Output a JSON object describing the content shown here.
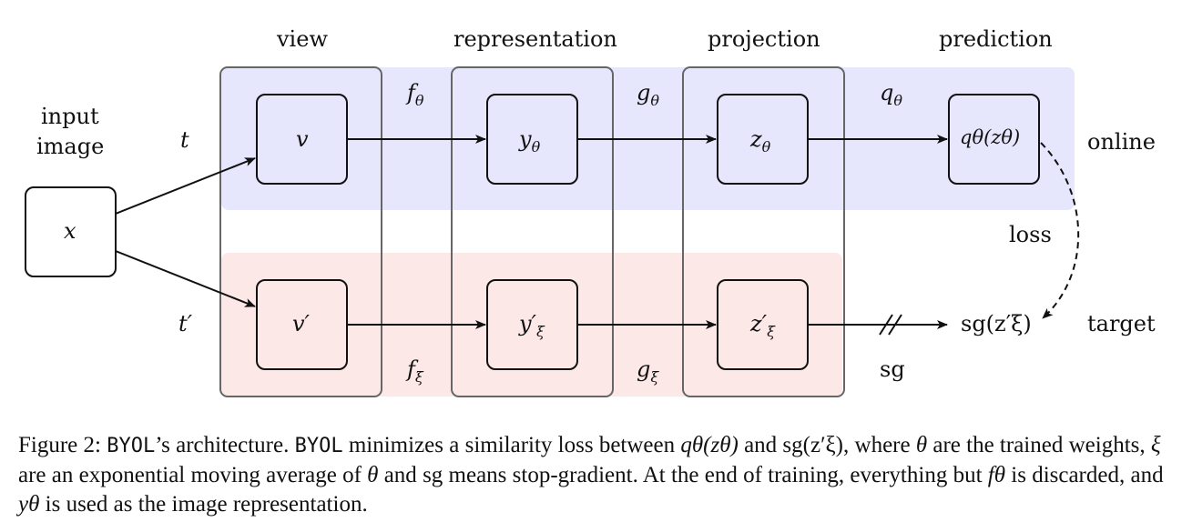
{
  "figure": {
    "column_headers": {
      "view": "view",
      "representation": "representation",
      "projection": "projection",
      "prediction": "prediction"
    },
    "input_label_line1": "input",
    "input_label_line2": "image",
    "input_node": "x",
    "online_label": "online",
    "target_label": "target",
    "loss_label": "loss",
    "sg_label": "sg",
    "t_online": "t",
    "t_target": "t′",
    "online_nodes": {
      "view": "v",
      "representation": "y",
      "representation_sub": "θ",
      "projection": "z",
      "projection_sub": "θ",
      "prediction": "qθ(zθ)"
    },
    "target_nodes": {
      "view": "v′",
      "representation": "y′",
      "representation_sub": "ξ",
      "projection": "z′",
      "projection_sub": "ξ",
      "output": "sg(z′ξ)"
    },
    "edge_labels": {
      "f_online": "f",
      "f_online_sub": "θ",
      "g_online": "g",
      "g_online_sub": "θ",
      "q_online": "q",
      "q_online_sub": "θ",
      "f_target": "f",
      "f_target_sub": "ξ",
      "g_target": "g",
      "g_target_sub": "ξ"
    },
    "colors": {
      "online_band": "#e6e6fc",
      "target_band": "#fde8e8",
      "column_border": "#666666",
      "node_border": "#111111"
    }
  },
  "caption": {
    "p1": "Figure 2: ",
    "byol1": "BYOL",
    "p2": "’s architecture. ",
    "byol2": "BYOL",
    "p3": " minimizes a similarity loss between ",
    "m1": "qθ(zθ)",
    "p4": " and ",
    "m2": "sg(z′ξ)",
    "p5": ", where ",
    "m3": "θ",
    "p6": " are the trained weights, ",
    "m4": "ξ",
    "p7": " are an exponential moving average of ",
    "m5": "θ",
    "p8": " and ",
    "m6": "sg",
    "p9": " means stop-gradient. At the end of training, everything but ",
    "m7": "fθ",
    "p10": " is discarded, and ",
    "m8": "yθ",
    "p11": " is used as the image representation."
  }
}
